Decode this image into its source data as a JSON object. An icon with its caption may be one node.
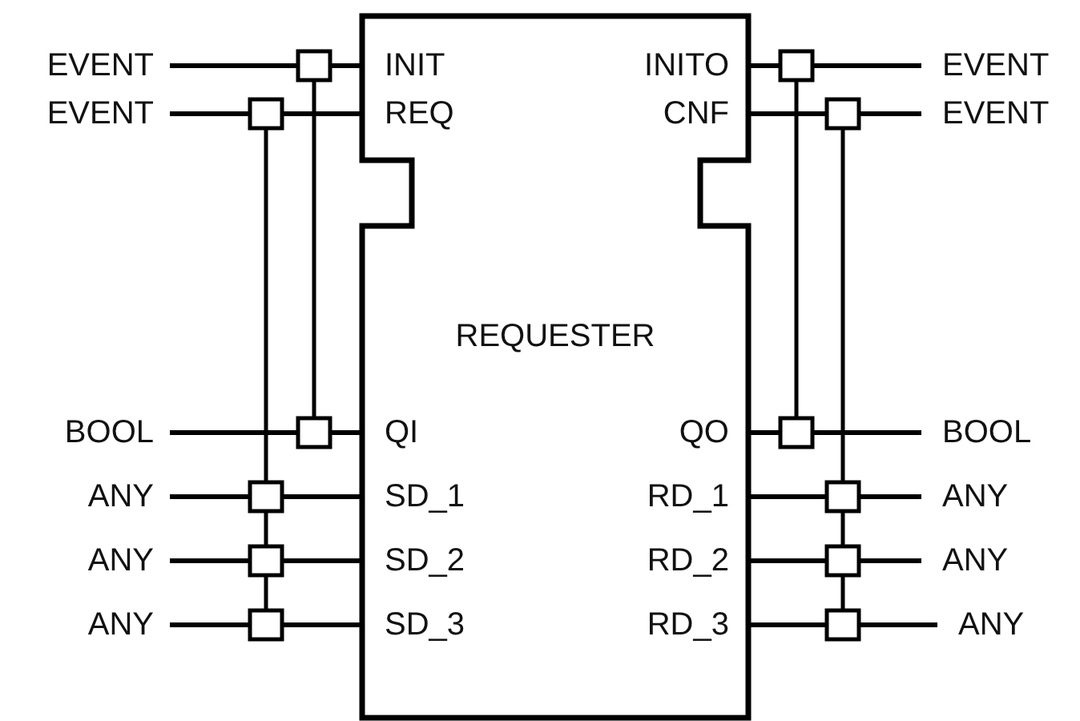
{
  "diagram": {
    "nodes": [
      {
        "text": [
          "REQUESTER"
        ]
      },
      {
        "text": [
          "INIT"
        ],
        "in": 0
      },
      {
        "text": [
          "INITO"
        ],
        "in": 0
      },
      {
        "text": [
          "REQ"
        ],
        "in": 0
      },
      {
        "text": [
          "CNF"
        ],
        "in": 0
      },
      {
        "text": [
          "QI"
        ],
        "in": 0
      },
      {
        "text": [
          "QO"
        ],
        "in": 0
      },
      {
        "text": [
          "SD_1"
        ],
        "in": 0
      },
      {
        "text": [
          "RD_1"
        ],
        "in": 0
      },
      {
        "text": [
          "SD_2"
        ],
        "in": 0
      },
      {
        "text": [
          "RD_2"
        ],
        "in": 0
      },
      {
        "text": [
          "SD_3"
        ],
        "in": 0
      },
      {
        "text": [
          "RD_3"
        ],
        "in": 0
      },
      {
        "text": [
          "EVENT"
        ]
      },
      {
        "text": [
          "EVENT"
        ]
      },
      {
        "text": [
          "EVENT"
        ]
      },
      {
        "text": [
          "EVENT"
        ]
      },
      {
        "text": [
          "BOOL"
        ]
      },
      {
        "text": [
          "BOOL"
        ]
      },
      {
        "text": [
          "ANY"
        ]
      },
      {
        "text": [
          "ANY"
        ]
      },
      {
        "text": [
          "ANY"
        ]
      },
      {
        "text": [
          "ANY"
        ]
      },
      {
        "text": [
          "ANY"
        ]
      },
      {
        "text": [
          "ANY"
        ]
      }
    ],
    "edges": [
      {
        "from": 13,
        "to": 1,
        "arrow": "none"
      },
      {
        "from": 2,
        "to": 14,
        "arrow": "none"
      },
      {
        "from": 15,
        "to": 3,
        "arrow": "none"
      },
      {
        "from": 4,
        "to": 16,
        "arrow": "none"
      },
      {
        "from": 17,
        "to": 5,
        "arrow": "none"
      },
      {
        "from": 6,
        "to": 18,
        "arrow": "none"
      },
      {
        "from": 19,
        "to": 7,
        "arrow": "none"
      },
      {
        "from": 8,
        "to": 20,
        "arrow": "none"
      },
      {
        "from": 21,
        "to": 9,
        "arrow": "none"
      },
      {
        "from": 10,
        "to": 22,
        "arrow": "none"
      },
      {
        "from": 23,
        "to": 11,
        "arrow": "none"
      },
      {
        "from": 12,
        "to": 24,
        "arrow": "none"
      }
    ]
  }
}
